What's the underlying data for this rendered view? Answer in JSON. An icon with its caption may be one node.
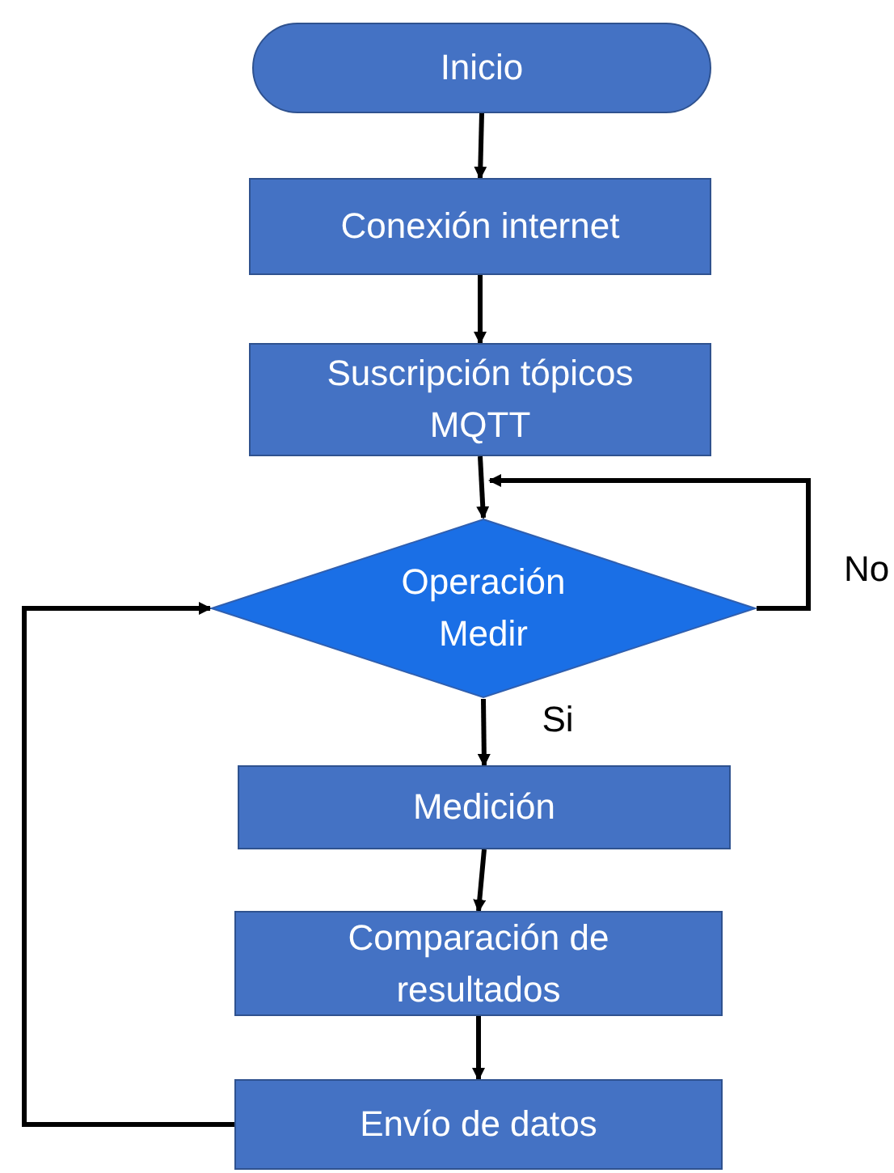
{
  "diagram": {
    "nodes": [
      {
        "text": [
          "Inicio"
        ]
      },
      {
        "text": [
          "Conexión internet"
        ]
      },
      {
        "text": [
          "Suscripción tópicos MQTT"
        ]
      },
      {
        "text": [
          "Operación Medir"
        ]
      },
      {
        "text": [
          "Medición"
        ]
      },
      {
        "text": [
          "Comparación de resultados"
        ]
      },
      {
        "text": [
          "Envío de datos"
        ]
      }
    ],
    "edges": [
      {
        "from": 0,
        "to": 1,
        "arrow": "to"
      },
      {
        "from": 1,
        "to": 2,
        "arrow": "to"
      },
      {
        "from": 2,
        "to": 3,
        "arrow": "to"
      },
      {
        "from": 3,
        "to": 4,
        "arrow": "to",
        "label": "Si"
      },
      {
        "from": 4,
        "to": 5,
        "arrow": "to"
      },
      {
        "from": 5,
        "to": 6,
        "arrow": "to"
      },
      {
        "from": 6,
        "to": 3,
        "arrow": "to"
      },
      {
        "from": 3,
        "to": 3,
        "arrow": "to",
        "label": "No"
      }
    ]
  }
}
